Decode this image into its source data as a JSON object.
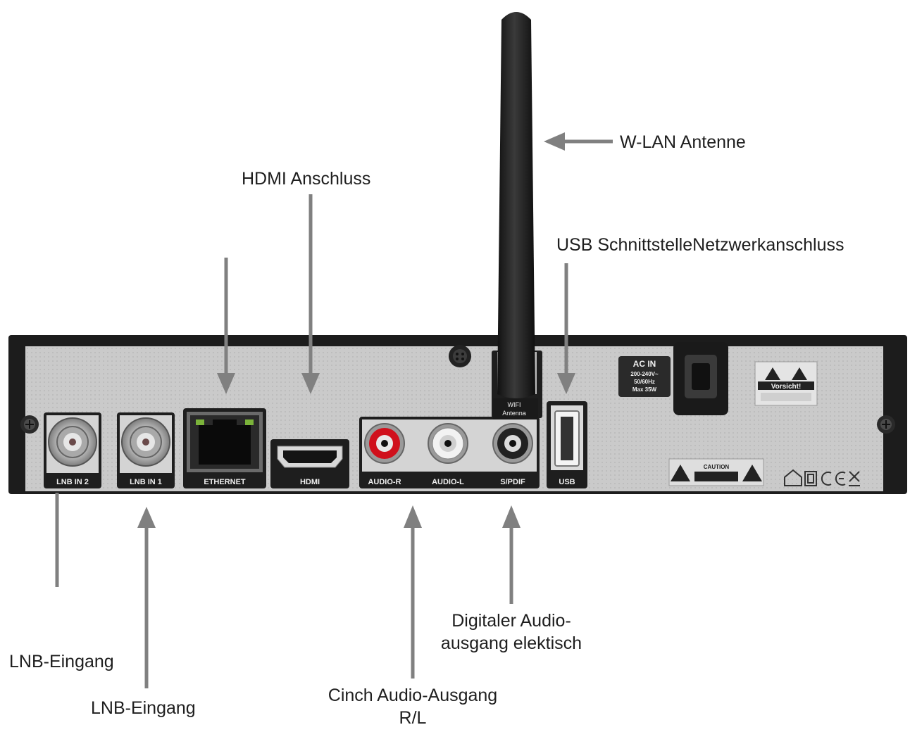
{
  "callouts": {
    "wlan": "W-LAN Antenne",
    "hdmi": "HDMI Anschluss",
    "usb": "USB SchnittstelleNetzwerkanschluss",
    "lnb1": "LNB-Eingang",
    "lnb2": "LNB-Eingang",
    "cinch_line1": "Cinch Audio-Ausgang",
    "cinch_line2": "R/L",
    "digital_line1": "Digitaler Audio-",
    "digital_line2": "ausgang elektisch"
  },
  "port_labels": {
    "lnb_in_2": "LNB IN 2",
    "lnb_in_1": "LNB IN 1",
    "ethernet": "ETHERNET",
    "hdmi": "HDMI",
    "audio_r": "AUDIO-R",
    "audio_l": "AUDIO-L",
    "spdif": "S/PDIF",
    "usb": "USB"
  },
  "device_text": {
    "wifi_line1": "WIFI",
    "wifi_line2": "Antenna",
    "ac_in": "AC IN",
    "ac_voltage": "200-240V~",
    "ac_freq": "50/60Hz",
    "ac_power": "Max 35W",
    "warning_de": "Vorsicht!",
    "caution": "CAUTION"
  },
  "colors": {
    "arrow": "#808080",
    "chassis": "#1c1c1c",
    "panel": "#c8c8c8",
    "audio_r": "#d0101c",
    "audio_l": "#f2f2f2",
    "spdif": "#222222"
  }
}
